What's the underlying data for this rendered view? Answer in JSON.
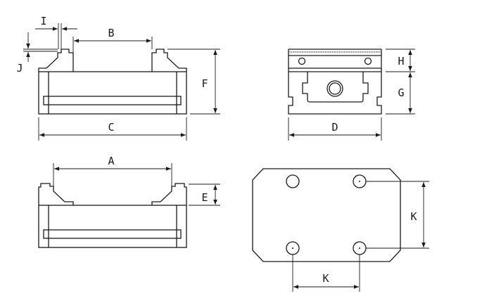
{
  "diagram": {
    "colors": {
      "line": "#1a1a1a",
      "background": "#ffffff"
    },
    "labels": {
      "I": "I",
      "J": "J",
      "B": "B",
      "F": "F",
      "C": "C",
      "H": "H",
      "G": "G",
      "D": "D",
      "A": "A",
      "E": "E",
      "K_vertical": "K",
      "K_horizontal": "K"
    }
  }
}
